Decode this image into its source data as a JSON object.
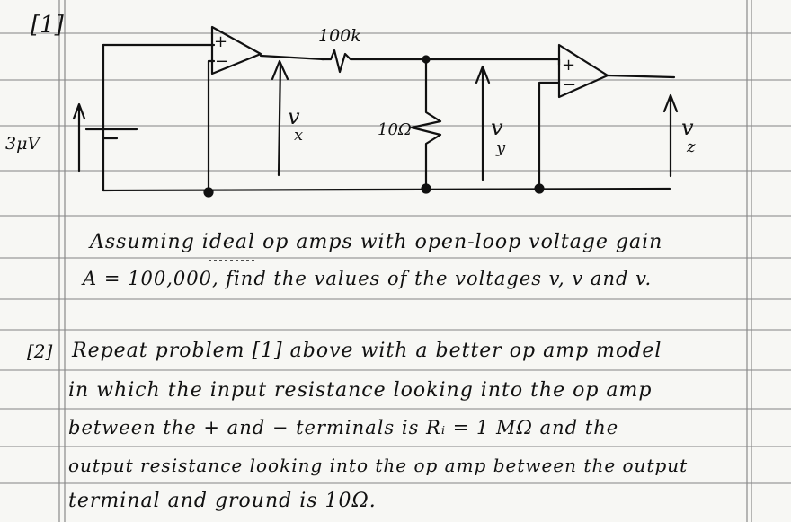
{
  "problem1": {
    "number": "[1]",
    "source_label": "3μV",
    "resistor_top_label": "100k",
    "resistor_shunt_label": "10Ω",
    "vx_label": "v",
    "vx_sub": "x",
    "vy_label": "v",
    "vy_sub": "y",
    "vz_label": "v",
    "vz_sub": "z",
    "opamp1_plus": "+",
    "opamp1_minus": "−",
    "opamp2_plus": "+",
    "opamp2_minus": "−",
    "text_line1": "Assuming ideal op amps with open-loop voltage gain",
    "text_line2": "A = 100,000,  find the values of the voltages v, v and v."
  },
  "problem2": {
    "number": "[2]",
    "line1": "Repeat problem [1] above with a better op amp model",
    "line2": "in which the input resistance looking into the op amp",
    "line3": "between the +  and  − terminals  is  Rᵢ = 1 MΩ   and the",
    "line4": "output resistance looking into the op amp between the output",
    "line5": "terminal and ground is 10Ω."
  },
  "colors": {
    "paper": "#f7f7f4",
    "ruling": "#9a9a9a",
    "ink": "#111111"
  }
}
